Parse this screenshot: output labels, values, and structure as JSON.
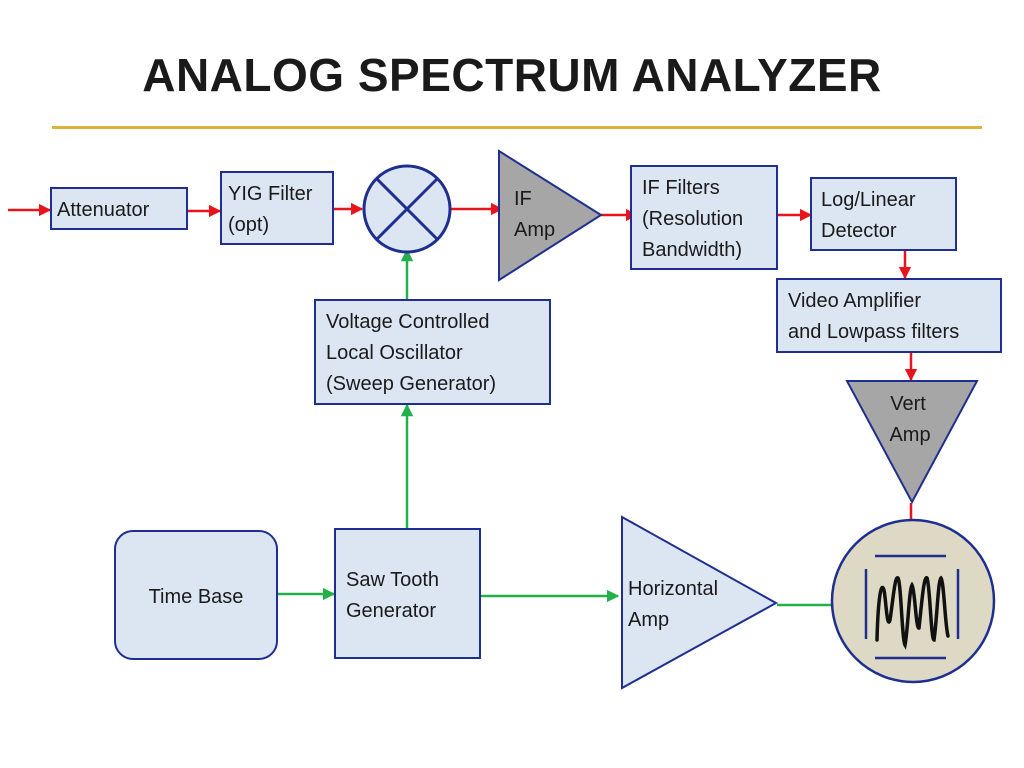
{
  "title": "ANALOG  SPECTRUM  ANALYZER",
  "colors": {
    "title_rule": "#dbb23a",
    "box_fill": "#dce6f2",
    "box_stroke": "#1f2f8f",
    "signal_arrow": "#e8141c",
    "control_arrow": "#22b04a",
    "amp_fill_gray": "#a6a6a6",
    "amp_fill_light": "#dce6f2",
    "display_fill": "#ddd9c4"
  },
  "blocks": {
    "attenuator": [
      "Attenuator"
    ],
    "yig_filter": [
      "YIG Filter",
      "(opt)"
    ],
    "if_amp": [
      "IF",
      "Amp"
    ],
    "if_filters": [
      "IF Filters",
      "(Resolution",
      "Bandwidth)"
    ],
    "log_linear_detector": [
      "Log/Linear",
      "Detector"
    ],
    "video_amplifier": [
      "Video Amplifier",
      "and Lowpass filters"
    ],
    "vert_amp": [
      "Vert",
      "Amp"
    ],
    "vco": [
      "Voltage Controlled",
      "Local Oscillator",
      "(Sweep Generator)"
    ],
    "time_base": [
      "Time Base"
    ],
    "saw_tooth": [
      "Saw Tooth",
      "Generator"
    ],
    "horizontal_amp": [
      "Horizontal",
      "Amp"
    ]
  },
  "icons": {
    "mixer": "mixer-cross-circle-icon",
    "display": "crt-display-icon"
  }
}
